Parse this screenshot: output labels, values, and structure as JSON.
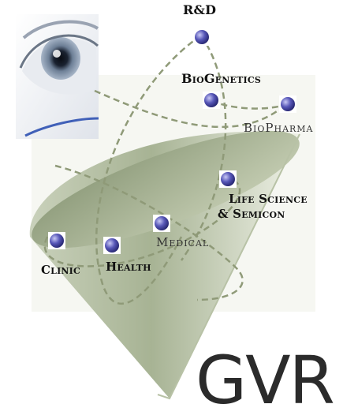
{
  "labels": {
    "rd": "R&D",
    "biogenetics": "BioGenetics",
    "biopharma": "BioPharma",
    "life_science_1": "Life Science",
    "life_science_2": "& Semicon",
    "medical": "Medical",
    "clinic": "Clinic",
    "health": "Health"
  },
  "brand": "GVR",
  "colors": {
    "cone_light": "#e6ebdc",
    "cone_dark": "#7f8f6c",
    "orbit": "#8f9a78",
    "node": "#4a4aa6",
    "text": "#111111"
  },
  "icons": [
    "eye-icon",
    "node-icon"
  ]
}
